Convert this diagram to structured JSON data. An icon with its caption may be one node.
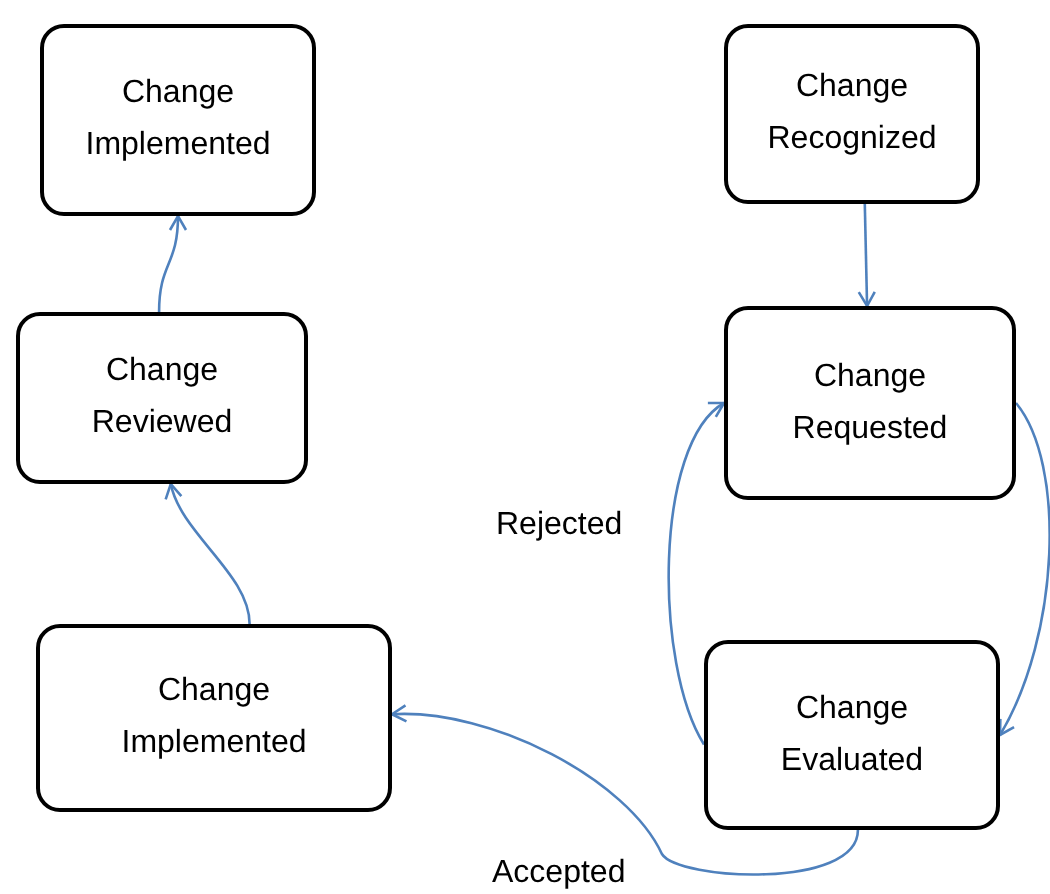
{
  "diagram": {
    "nodes": [
      {
        "text": [
          "Change Implemented"
        ]
      },
      {
        "text": [
          "Change Recognized"
        ]
      },
      {
        "text": [
          "Change Reviewed"
        ]
      },
      {
        "text": [
          "Change Requested"
        ]
      },
      {
        "text": [
          "Change Implemented"
        ]
      },
      {
        "text": [
          "Change Evaluated"
        ]
      }
    ],
    "edges": [
      {
        "from": 1,
        "to": 3,
        "arrow": "to"
      },
      {
        "from": 3,
        "to": 5,
        "arrow": "to"
      },
      {
        "from": 5,
        "to": 3,
        "arrow": "to",
        "label": "Rejected"
      },
      {
        "from": 5,
        "to": 4,
        "arrow": "to",
        "label": "Accepted"
      },
      {
        "from": 4,
        "to": 2,
        "arrow": "to"
      },
      {
        "from": 2,
        "to": 0,
        "arrow": "to"
      }
    ]
  }
}
